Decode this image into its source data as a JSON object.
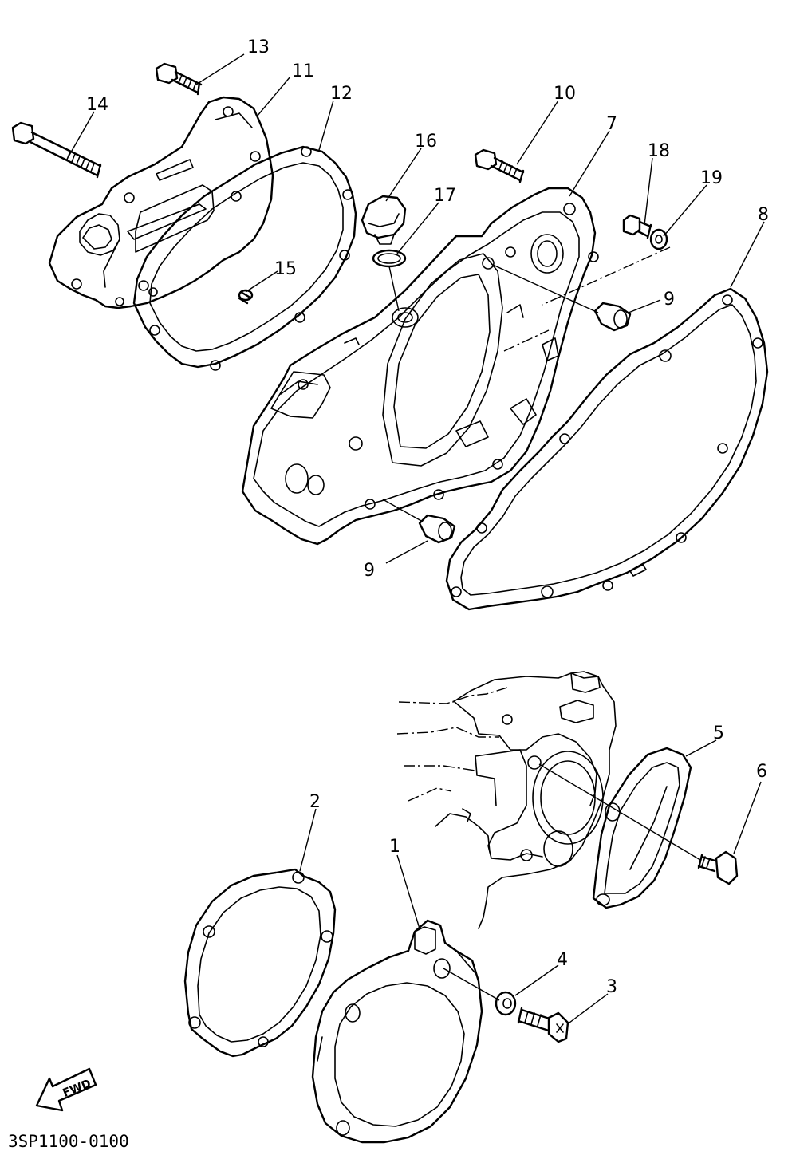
{
  "diagram": {
    "code": "3SP1100-0100",
    "fwd_label": "FWD",
    "callouts": [
      "13",
      "11",
      "12",
      "14",
      "10",
      "7",
      "16",
      "17",
      "18",
      "19",
      "8",
      "15",
      "9",
      "9",
      "5",
      "6",
      "2",
      "1",
      "4",
      "3"
    ]
  }
}
